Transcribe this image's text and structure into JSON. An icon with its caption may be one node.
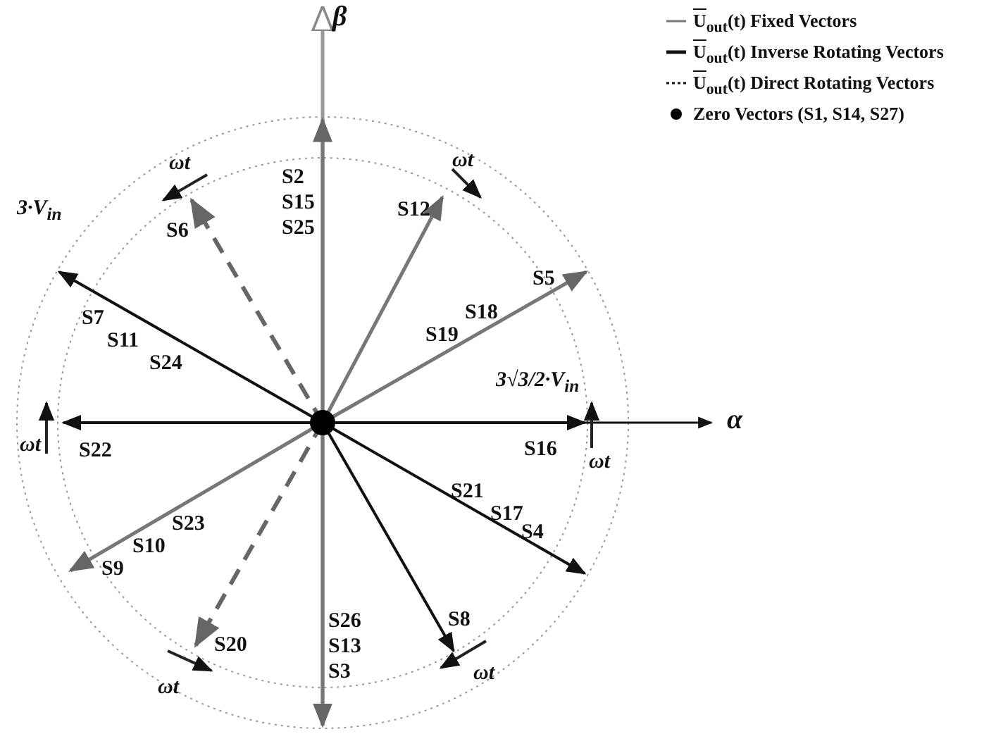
{
  "diagram": {
    "labels": [
      "β",
      "S2",
      "S15",
      "S25",
      "ωt",
      "ωt",
      "3·V$_{in}$",
      "S6",
      "S12",
      "S7",
      "S11",
      "S24",
      "S5",
      "S18",
      "S19",
      "3√3/2·V$_{in}$",
      "ωt",
      "ωt",
      "S22",
      "S16",
      "α",
      "S21",
      "S17",
      "S4",
      "S23",
      "S10",
      "S9",
      "S26",
      "S20",
      "S8",
      "S13",
      "ωt",
      "ωt",
      "S3"
    ],
    "legend": [
      {
        "text": "U$_{out}$(t) Fixed Vectors"
      },
      {
        "text": "U$_{out}$(t) Inverse Rotating Vectors"
      },
      {
        "text": "U$_{out}$(t) Direct Rotating Vectors"
      },
      {
        "text": "Zero Vectors (S1, S14, S27)"
      }
    ]
  }
}
